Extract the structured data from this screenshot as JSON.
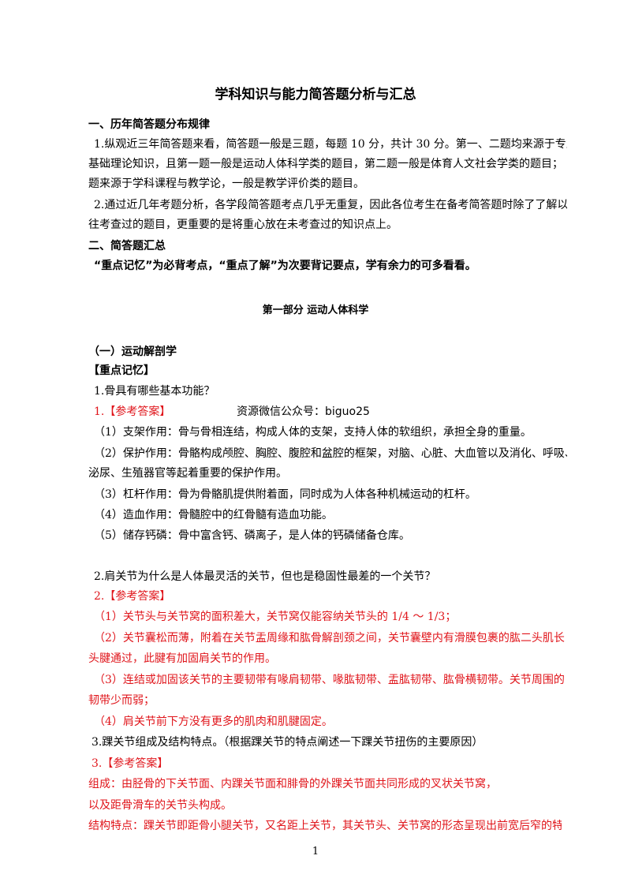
{
  "title": "学科知识与能力简答题分析与汇总",
  "section1": {
    "heading": "一、历年简答题分布规律",
    "p1_lines": [
      "1.纵观近三年简答题来看，简答题一般是三题，每题 10 分，共计 30 分。第一、二题均来源于专业",
      "基础理论知识，且第一题一般是运动人体科学类的题目，第二题一般是体育人文社会学类的题目；第三",
      "题来源于学科课程与教学论，一般是教学评价类的题目。"
    ],
    "p2_lines": [
      "2.通过近几年考题分析，各学段简答题考点几乎无重复，因此各位考生在备考简答题时除了了解以",
      "往考查过的题目，更重要的是将重心放在未考查过的知识点上。"
    ]
  },
  "section2": {
    "heading": "二、简答题汇总",
    "note": "“重点记忆”为必背考点，“重点了解”为次要背记要点，学有余力的可多看看。"
  },
  "part1_title": "第一部分  运动人体科学",
  "subsection": "（一）运动解剖学",
  "key_memory": "【重点记忆】",
  "q1": {
    "question": "1.骨具有哪些基本功能？",
    "answer_label": "1.【参考答案】",
    "watermark": "资源微信公众号：biguo25",
    "lines": [
      "（1）支架作用：骨与骨相连结，构成人体的支架，支持人体的软组织，承担全身的重量。",
      "（2）保护作用：骨骼构成颅腔、胸腔、腹腔和盆腔的框架，对脑、心脏、大血管以及消化、呼吸、",
      "泌尿、生殖器官等起着重要的保护作用。",
      "（3）杠杆作用：骨为骨骼肌提供附着面，同时成为人体各种机械运动的杠杆。",
      "（4）造血作用：骨髓腔中的红骨髓有造血功能。",
      "（5）储存钙磷：骨中富含钙、磷离子，是人体的钙磷储备仓库。"
    ]
  },
  "q2": {
    "question": "2.肩关节为什么是人体最灵活的关节，但也是稳固性最差的一个关节？",
    "answer_label": "2.【参考答案】",
    "lines": [
      "（1）关节头与关节窝的面积差大，关节窝仅能容纳关节头的 1/4 ～ 1/3；",
      "（2）关节囊松而薄，附着在关节盂周缘和肱骨解剖颈之间，关节囊壁内有滑膜包裹的肱二头肌长",
      "头腱通过，此腱有加固肩关节的作用。",
      "（3）连结或加固该关节的主要韧带有喙肩韧带、喙肱韧带、盂肱韧带、肱骨横韧带。关节周围的",
      "韧带少而弱；",
      "（4）肩关节前下方没有更多的肌肉和肌腱固定。"
    ]
  },
  "q3": {
    "question": "3.踝关节组成及结构特点。（根据踝关节的特点阐述一下踝关节扭伤的主要原因）",
    "answer_label": "3.【参考答案】",
    "lines": [
      "组成：由胫骨的下关节面、内踝关节面和腓骨的外踝关节面共同形成的叉状关节窝，",
      "以及距骨滑车的关节头构成。",
      "结构特点：踝关节即距骨小腿关节，又名距上关节，其关节头、关节窝的形态呈现出前宽后窄的特"
    ]
  },
  "page_number": "1"
}
